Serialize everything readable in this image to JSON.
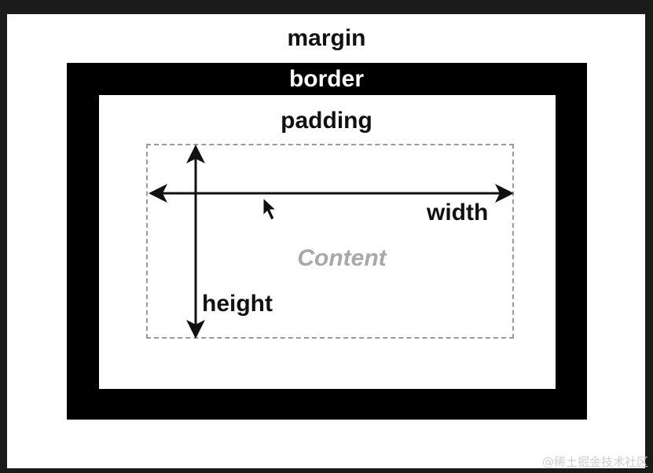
{
  "diagram": {
    "margin_label": "margin",
    "border_label": "border",
    "padding_label": "padding",
    "content_label": "Content",
    "width_label": "width",
    "height_label": "height"
  },
  "watermark": "@稀土掘金技术社区",
  "colors": {
    "background_outer": "#1b1b1b",
    "margin_area": "#ffffff",
    "border_area": "#000000",
    "padding_area": "#ffffff",
    "content_outline": "#9a9a9a",
    "content_text": "#a8a8a8"
  }
}
